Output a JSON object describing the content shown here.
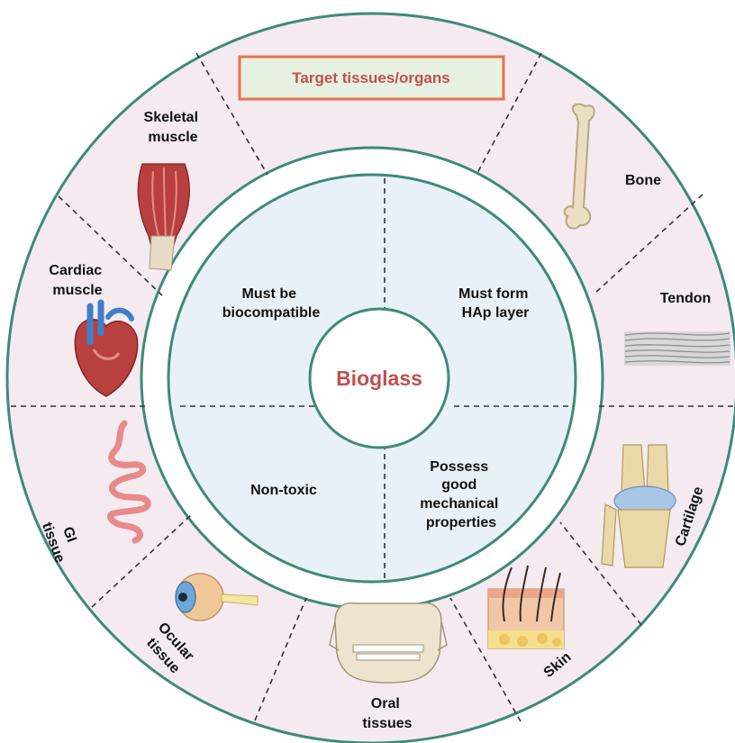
{
  "header": {
    "label": "Target tissues/organs"
  },
  "center": {
    "label": "Bioglass"
  },
  "properties": [
    {
      "id": "biocompatible",
      "lines": [
        "Must be",
        "biocompatible"
      ]
    },
    {
      "id": "hap-layer",
      "lines": [
        "Must form",
        "HAp layer"
      ]
    },
    {
      "id": "non-toxic",
      "lines": [
        "Non-toxic"
      ]
    },
    {
      "id": "mechanical",
      "lines": [
        "Possess",
        "good",
        "mechanical",
        "properties"
      ]
    }
  ],
  "tissues": [
    {
      "id": "skeletal-muscle",
      "lines": [
        "Skeletal",
        "muscle"
      ],
      "icon": "skeletal-muscle-icon"
    },
    {
      "id": "bone",
      "lines": [
        "Bone"
      ],
      "icon": "bone-icon"
    },
    {
      "id": "tendon",
      "lines": [
        "Tendon"
      ],
      "icon": "tendon-icon"
    },
    {
      "id": "cartilage",
      "lines": [
        "Cartilage"
      ],
      "icon": "knee-cartilage-icon"
    },
    {
      "id": "skin",
      "lines": [
        "Skin"
      ],
      "icon": "skin-icon"
    },
    {
      "id": "oral-tissues",
      "lines": [
        "Oral",
        "tissues"
      ],
      "icon": "skull-jaw-icon"
    },
    {
      "id": "ocular-tissue",
      "lines": [
        "Ocular",
        "tissue"
      ],
      "icon": "eye-icon"
    },
    {
      "id": "gi-tissue",
      "lines": [
        "GI",
        "tissue"
      ],
      "icon": "intestine-icon"
    },
    {
      "id": "cardiac-muscle",
      "lines": [
        "Cardiac",
        "muscle"
      ],
      "icon": "heart-icon"
    }
  ],
  "colors": {
    "outer_ring": "#f4eaf0",
    "inner_disc": "#e9f1f8",
    "ring_stroke": "#3e8a79",
    "header_border": "#e8734a",
    "header_fill": "#e7f1e2",
    "accent_text": "#c0504d"
  }
}
